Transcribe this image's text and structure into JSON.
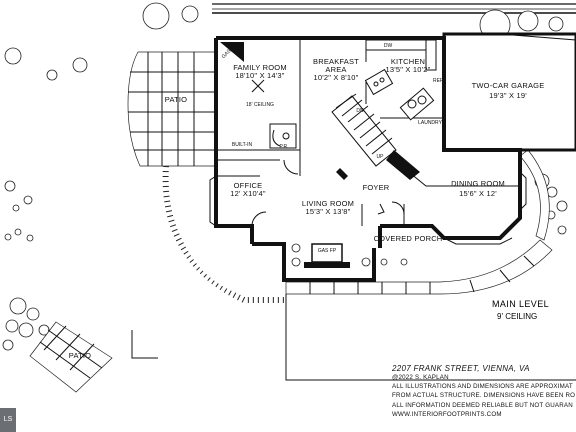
{
  "rooms": {
    "family_room": {
      "name": "FAMILY ROOM",
      "size": "18'10\" X 14'3\"",
      "ceiling": "18' CEILING"
    },
    "breakfast": {
      "name1": "BREAKFAST",
      "name2": "AREA",
      "size": "10'2\" X 8'10\""
    },
    "kitchen": {
      "name": "KITCHEN",
      "size": "13'5\" X 10'2\""
    },
    "garage": {
      "name": "TWO-CAR GARAGE",
      "size": "19'3\" X 19'"
    },
    "patio_upper": {
      "name": "PATIO"
    },
    "patio_lower": {
      "name": "PATIO"
    },
    "office": {
      "name": "OFFICE",
      "size": "12' X10'4\""
    },
    "living_room": {
      "name": "LIVING ROOM",
      "size": "15'3\" X 13'8\""
    },
    "foyer": {
      "name": "FOYER"
    },
    "dining_room": {
      "name": "DINING ROOM",
      "size": "15'6\" X 12'"
    },
    "covered_porch": {
      "name": "COVERED PORCH"
    },
    "powder_room": {
      "name": "P.R."
    },
    "laundry": {
      "name": "LAUNDRY"
    }
  },
  "fixtures": {
    "gas_fp_family": "GAS FP",
    "gas_fp_living": "GAS FP",
    "built_in": "BUILT-IN",
    "dw": "DW",
    "ref": "REF",
    "up": "UP",
    "dn": "DN"
  },
  "level": {
    "title": "MAIN LEVEL",
    "ceiling": "9' CEILING"
  },
  "footer": {
    "address": "2207 FRANK STREET, VIENNA, VA",
    "copyright": "@2022 S. KAPLAN",
    "line1": "ALL ILLUSTRATIONS AND DIMENSIONS ARE APPROXIMAT",
    "line2": "FROM ACTUAL STRUCTURE. DIMENSIONS HAVE BEEN RO",
    "line3": "ALL INFORMATION DEEMED RELIABLE BUT NOT GUARAN",
    "website": "WWW.INTERIORFOOTPRINTS.COM"
  },
  "badge": "LS"
}
